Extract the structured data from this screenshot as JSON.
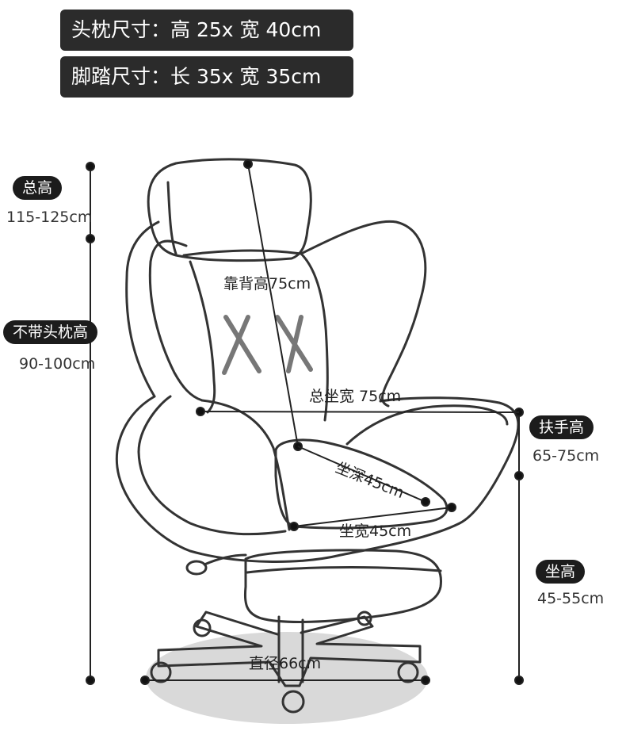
{
  "headrest_spec": "头枕尺寸：高 25x 宽 40cm",
  "footrest_spec": "脚踏尺寸：长 35x 宽 35cm",
  "total_height": {
    "label": "总高",
    "value": "115-125cm"
  },
  "height_no_headrest": {
    "label": "不带头枕高",
    "value": "90-100cm"
  },
  "armrest_height": {
    "label": "扶手高",
    "value": "65-75cm"
  },
  "seat_height": {
    "label": "坐高",
    "value": "45-55cm"
  },
  "backrest_height": "靠背高75cm",
  "total_seat_width": "总坐宽 75cm",
  "seat_depth": "坐深45cm",
  "seat_width": "坐宽45cm",
  "base_diameter": "直径66cm",
  "colors": {
    "pill": "#2b2b2b",
    "line": "#222222",
    "outline": "#333333",
    "shadow": "#d9d9d9"
  }
}
